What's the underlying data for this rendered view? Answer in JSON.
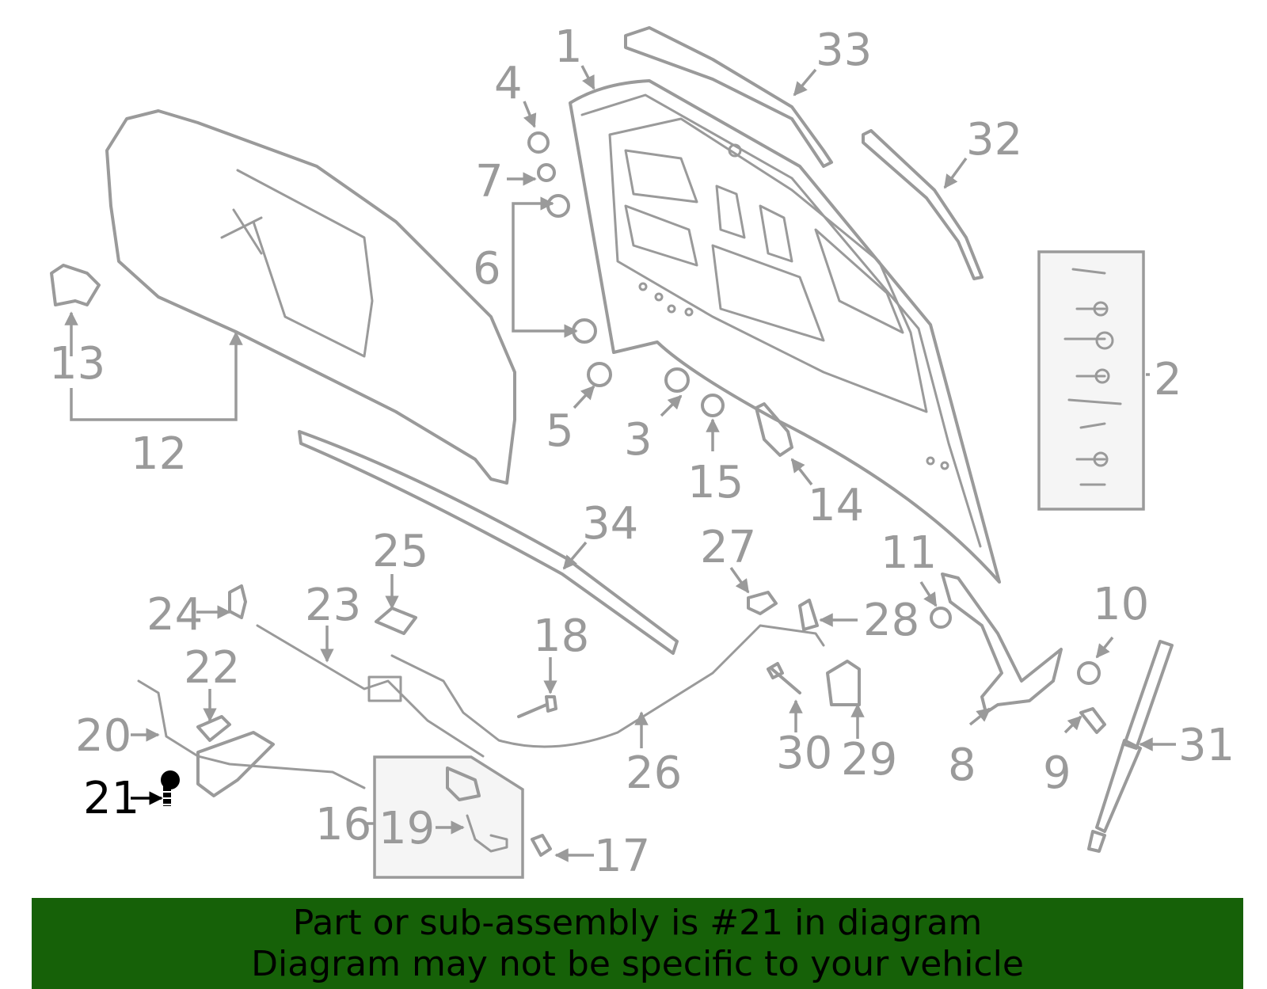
{
  "callouts": [
    {
      "n": "1",
      "highlight": false
    },
    {
      "n": "2",
      "highlight": false
    },
    {
      "n": "3",
      "highlight": false
    },
    {
      "n": "4",
      "highlight": false
    },
    {
      "n": "5",
      "highlight": false
    },
    {
      "n": "6",
      "highlight": false
    },
    {
      "n": "7",
      "highlight": false
    },
    {
      "n": "8",
      "highlight": false
    },
    {
      "n": "9",
      "highlight": false
    },
    {
      "n": "10",
      "highlight": false
    },
    {
      "n": "11",
      "highlight": false
    },
    {
      "n": "12",
      "highlight": false
    },
    {
      "n": "13",
      "highlight": false
    },
    {
      "n": "14",
      "highlight": false
    },
    {
      "n": "15",
      "highlight": false
    },
    {
      "n": "16",
      "highlight": false
    },
    {
      "n": "17",
      "highlight": false
    },
    {
      "n": "18",
      "highlight": false
    },
    {
      "n": "19",
      "highlight": false
    },
    {
      "n": "20",
      "highlight": false
    },
    {
      "n": "21",
      "highlight": true
    },
    {
      "n": "22",
      "highlight": false
    },
    {
      "n": "23",
      "highlight": false
    },
    {
      "n": "24",
      "highlight": false
    },
    {
      "n": "25",
      "highlight": false
    },
    {
      "n": "26",
      "highlight": false
    },
    {
      "n": "27",
      "highlight": false
    },
    {
      "n": "28",
      "highlight": false
    },
    {
      "n": "29",
      "highlight": false
    },
    {
      "n": "30",
      "highlight": false
    },
    {
      "n": "31",
      "highlight": false
    },
    {
      "n": "32",
      "highlight": false
    },
    {
      "n": "33",
      "highlight": false
    },
    {
      "n": "34",
      "highlight": false
    }
  ],
  "banner": {
    "line1": "Part or sub-assembly is #21 in diagram",
    "line2": "Diagram may not be specific to your vehicle"
  },
  "colors": {
    "line_art": "#9a9a9a",
    "highlight": "#000000",
    "banner_bg": "#166108",
    "banner_text": "#000000"
  }
}
